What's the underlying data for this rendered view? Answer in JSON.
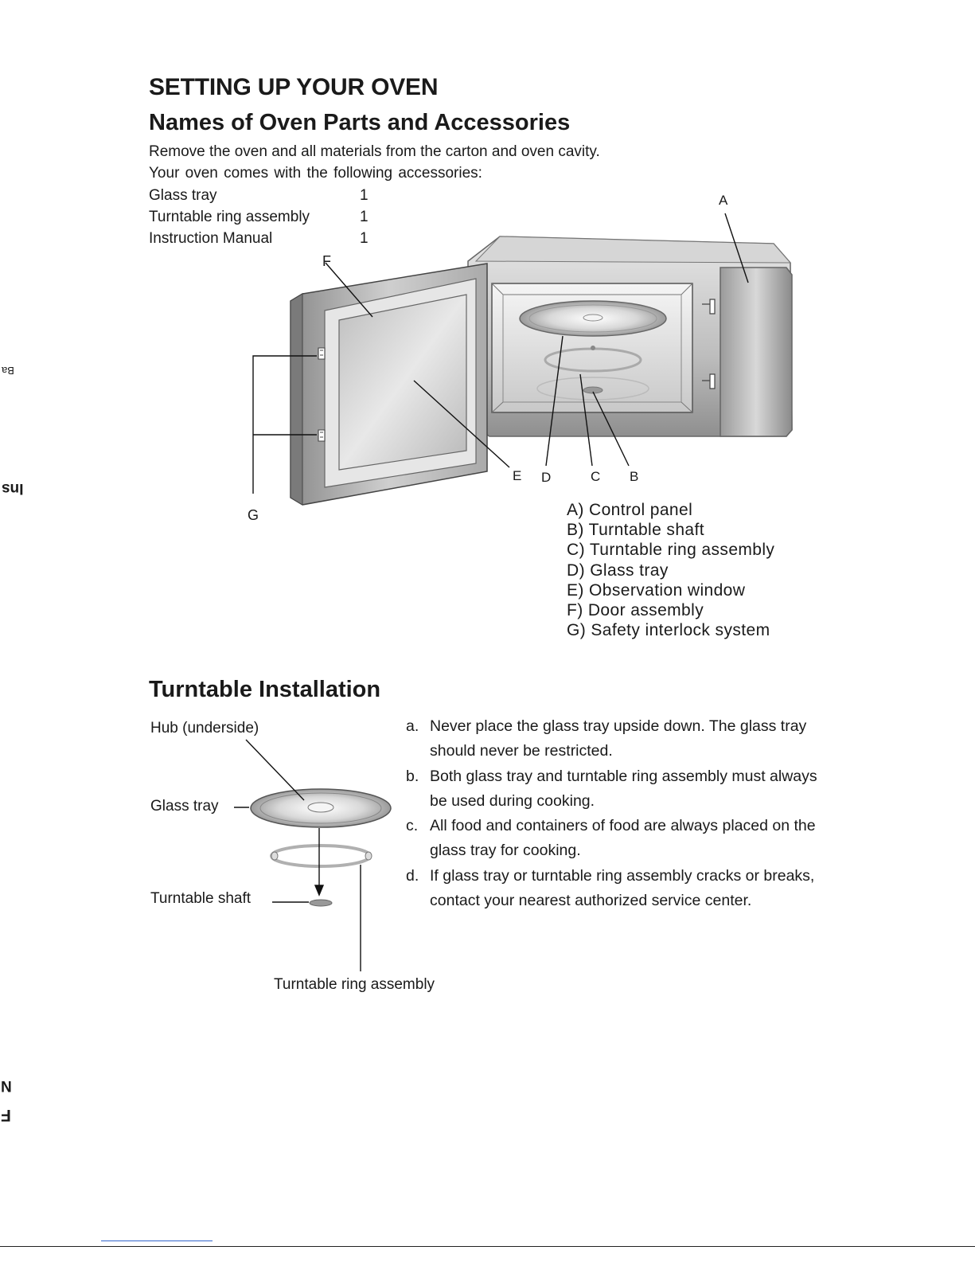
{
  "page": {
    "title": "SETTING UP YOUR OVEN",
    "section1_title": "Names of Oven Parts and Accessories",
    "intro_lines": [
      "Remove the oven and all materials from the carton and oven cavity.",
      "Your oven comes with the following accessories:"
    ],
    "accessories": [
      {
        "name": "Glass tray",
        "qty": "1"
      },
      {
        "name": "Turntable ring assembly",
        "qty": "1"
      },
      {
        "name": "Instruction Manual",
        "qty": "1"
      }
    ],
    "diagram_letters": {
      "A": "A",
      "B": "B",
      "C": "C",
      "D": "D",
      "E": "E",
      "F": "F",
      "G": "G"
    },
    "legend": [
      "A) Control panel",
      "B) Turntable shaft",
      "C) Turntable ring assembly",
      "D) Glass tray",
      "E) Observation window",
      "F) Door assembly",
      "G) Safety interlock system"
    ],
    "section2_title": "Turntable Installation",
    "turntable_labels": {
      "hub": "Hub (underside)",
      "glass_tray": "Glass tray",
      "shaft": "Turntable shaft",
      "ring": "Turntable ring assembly"
    },
    "steps": [
      {
        "marker": "a.",
        "text": "Never place the glass tray  upside down. The glass tray should never be restricted."
      },
      {
        "marker": "b.",
        "text": "Both glass tray and turntable ring assembly must always be used during cooking."
      },
      {
        "marker": "c.",
        "text": "All food and containers of food are always placed on the glass tray for cooking."
      },
      {
        "marker": "d.",
        "text": "If glass tray or turntable ring assembly cracks or breaks, contact your nearest authorized service center."
      }
    ],
    "margin_marks": {
      "ba": "Ba",
      "ins": "Ins",
      "n": "N",
      "f": "F"
    }
  }
}
